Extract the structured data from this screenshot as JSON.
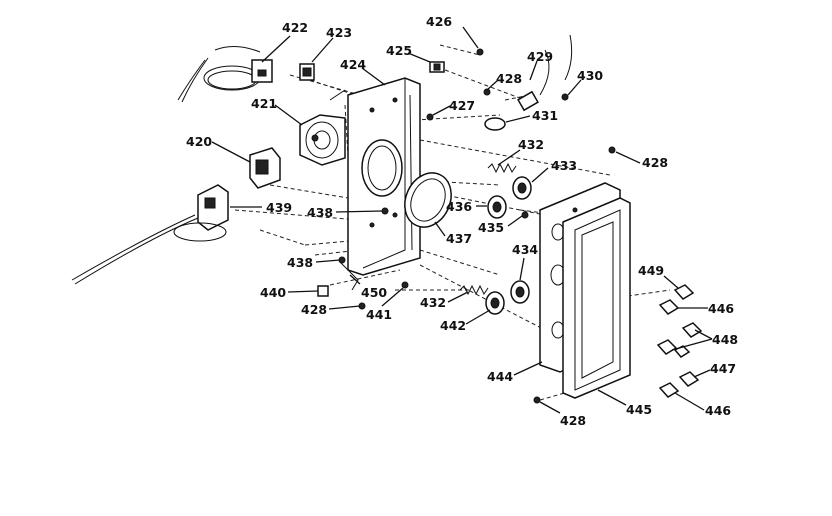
{
  "callouts": [
    {
      "id": "c422",
      "text": "422"
    },
    {
      "id": "c423",
      "text": "423"
    },
    {
      "id": "c424",
      "text": "424"
    },
    {
      "id": "c425",
      "text": "425"
    },
    {
      "id": "c426",
      "text": "426"
    },
    {
      "id": "c428a",
      "text": "428"
    },
    {
      "id": "c429",
      "text": "429"
    },
    {
      "id": "c430",
      "text": "430"
    },
    {
      "id": "c421",
      "text": "421"
    },
    {
      "id": "c427",
      "text": "427"
    },
    {
      "id": "c431",
      "text": "431"
    },
    {
      "id": "c432a",
      "text": "432"
    },
    {
      "id": "c433",
      "text": "433"
    },
    {
      "id": "c428b",
      "text": "428"
    },
    {
      "id": "c420",
      "text": "420"
    },
    {
      "id": "c439",
      "text": "439"
    },
    {
      "id": "c438a",
      "text": "438"
    },
    {
      "id": "c436",
      "text": "436"
    },
    {
      "id": "c435",
      "text": "435"
    },
    {
      "id": "c437",
      "text": "437"
    },
    {
      "id": "c434",
      "text": "434"
    },
    {
      "id": "c438b",
      "text": "438"
    },
    {
      "id": "c449",
      "text": "449"
    },
    {
      "id": "c446a",
      "text": "446"
    },
    {
      "id": "c440",
      "text": "440"
    },
    {
      "id": "c450",
      "text": "450"
    },
    {
      "id": "c432b",
      "text": "432"
    },
    {
      "id": "c428c",
      "text": "428"
    },
    {
      "id": "c441",
      "text": "441"
    },
    {
      "id": "c442",
      "text": "442"
    },
    {
      "id": "c448",
      "text": "448"
    },
    {
      "id": "c444",
      "text": "444"
    },
    {
      "id": "c447",
      "text": "447"
    },
    {
      "id": "c445",
      "text": "445"
    },
    {
      "id": "c446b",
      "text": "446"
    },
    {
      "id": "c428d",
      "text": "428"
    }
  ]
}
